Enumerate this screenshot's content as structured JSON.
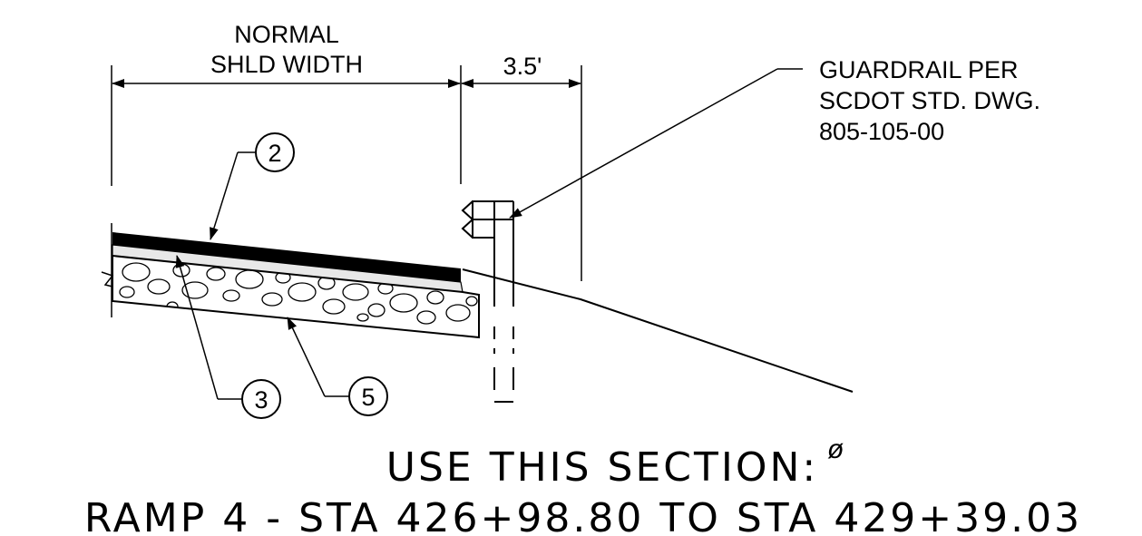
{
  "dimensions": {
    "normal_width_line1": "NORMAL",
    "normal_width_line2": "SHLD WIDTH",
    "offset_label": "3.5'"
  },
  "guardrail_note": {
    "line1": "GUARDRAIL PER",
    "line2": "SCDOT STD. DWG.",
    "line3": "805-105-00"
  },
  "callouts": {
    "top_course": "2",
    "base_layer": "3",
    "aggregate_base": "5"
  },
  "section_title": {
    "line1": "USE THIS SECTION:",
    "symbol": "ø",
    "line2": "RAMP 4 - STA 426+98.80 TO STA 429+39.03"
  },
  "colors": {
    "ink": "#000000",
    "paper": "#ffffff"
  }
}
